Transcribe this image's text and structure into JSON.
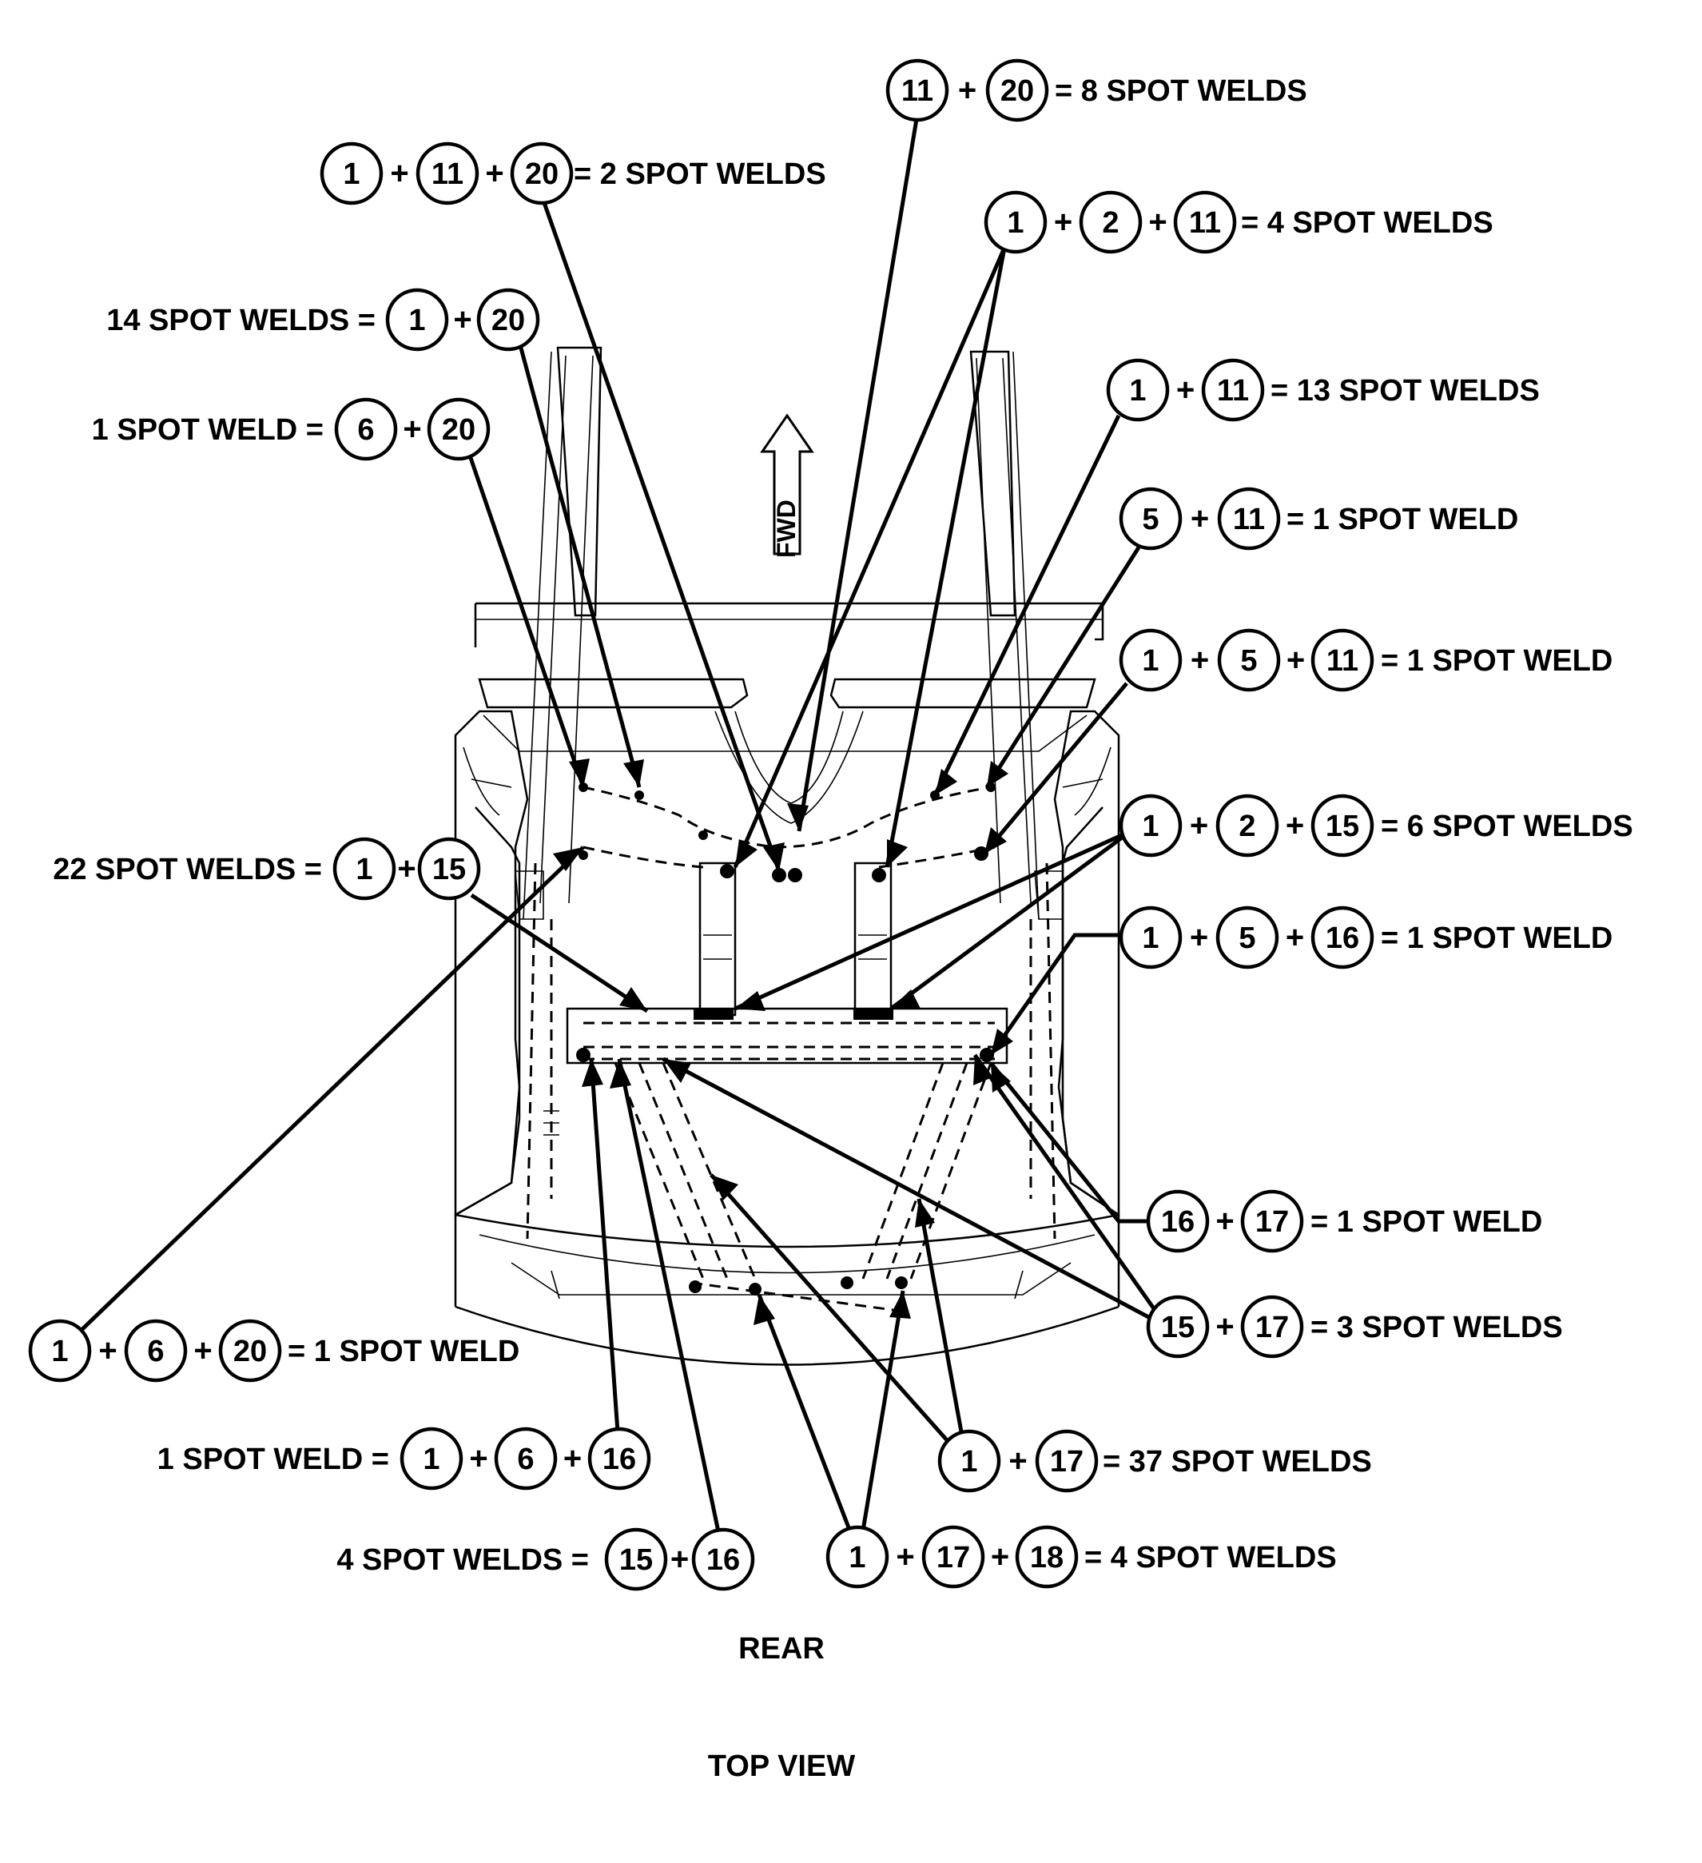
{
  "view": {
    "direction_forward": "FWD",
    "direction_rear": "REAR",
    "title": "TOP VIEW"
  },
  "callouts": [
    {
      "id": "c-11-20",
      "left": "",
      "parts": [
        "11",
        "20"
      ],
      "right": "= 8 SPOT WELDS"
    },
    {
      "id": "c-1-11-20",
      "left": "",
      "parts": [
        "1",
        "11",
        "20"
      ],
      "right": "= 2 SPOT WELDS"
    },
    {
      "id": "c-1-2-11",
      "left": "",
      "parts": [
        "1",
        "2",
        "11"
      ],
      "right": "= 4 SPOT WELDS"
    },
    {
      "id": "c-14-1-20",
      "left": "14 SPOT WELDS =",
      "parts": [
        "1",
        "20"
      ],
      "right": ""
    },
    {
      "id": "c-1-11",
      "left": "",
      "parts": [
        "1",
        "11"
      ],
      "right": "= 13 SPOT WELDS"
    },
    {
      "id": "c-6-20",
      "left": "1 SPOT WELD =",
      "parts": [
        "6",
        "20"
      ],
      "right": ""
    },
    {
      "id": "c-5-11",
      "left": "",
      "parts": [
        "5",
        "11"
      ],
      "right": "= 1 SPOT WELD"
    },
    {
      "id": "c-1-5-11",
      "left": "",
      "parts": [
        "1",
        "5",
        "11"
      ],
      "right": "= 1 SPOT WELD"
    },
    {
      "id": "c-1-2-15",
      "left": "",
      "parts": [
        "1",
        "2",
        "15"
      ],
      "right": "= 6 SPOT WELDS"
    },
    {
      "id": "c-22-1-15",
      "left": "22 SPOT WELDS =",
      "parts": [
        "1",
        "15"
      ],
      "right": ""
    },
    {
      "id": "c-1-5-16",
      "left": "",
      "parts": [
        "1",
        "5",
        "16"
      ],
      "right": "= 1 SPOT WELD"
    },
    {
      "id": "c-16-17",
      "left": "",
      "parts": [
        "16",
        "17"
      ],
      "right": "= 1 SPOT WELD"
    },
    {
      "id": "c-15-17",
      "left": "",
      "parts": [
        "15",
        "17"
      ],
      "right": "= 3 SPOT WELDS"
    },
    {
      "id": "c-1-6-20",
      "left": "",
      "parts": [
        "1",
        "6",
        "20"
      ],
      "right": "= 1 SPOT WELD"
    },
    {
      "id": "c-1-6-16",
      "left": "1 SPOT WELD =",
      "parts": [
        "1",
        "6",
        "16"
      ],
      "right": ""
    },
    {
      "id": "c-1-17",
      "left": "",
      "parts": [
        "1",
        "17"
      ],
      "right": "= 37 SPOT WELDS"
    },
    {
      "id": "c-15-16",
      "left": "4 SPOT WELDS =",
      "parts": [
        "15",
        "16"
      ],
      "right": ""
    },
    {
      "id": "c-1-17-18",
      "left": "",
      "parts": [
        "1",
        "17",
        "18"
      ],
      "right": "= 4 SPOT WELDS"
    }
  ]
}
